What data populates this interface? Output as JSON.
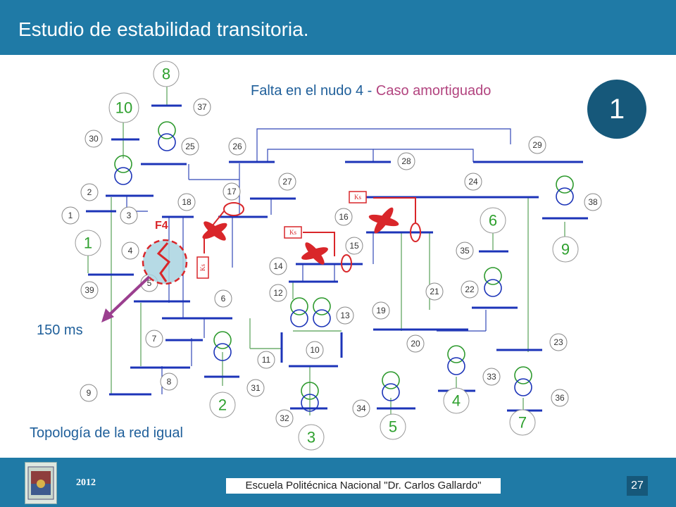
{
  "header": {
    "title": "Estudio de estabilidad transitoria."
  },
  "subtitle": {
    "prefix": "Falta en el nudo 4 - ",
    "highlight": "Caso amortiguado"
  },
  "badge": "1",
  "fault_label": "F4",
  "fault_time": "150 ms",
  "note": "Topología de la red igual",
  "ks_label": "Ks",
  "footer": {
    "year": "2012",
    "school": "Escuela Politécnica Nacional \"Dr. Carlos Gallardo\"",
    "page": "27"
  },
  "colors": {
    "header": "#1f7aa6",
    "bus": "#1c34b8",
    "generator": "#2ea02e",
    "fault": "#d9262a",
    "accent": "#b2447f"
  },
  "nodes": [
    "1",
    "2",
    "3",
    "4",
    "5",
    "6",
    "7",
    "8",
    "9",
    "10",
    "11",
    "12",
    "13",
    "14",
    "15",
    "16",
    "17",
    "18",
    "19",
    "20",
    "21",
    "22",
    "23",
    "24",
    "25",
    "26",
    "27",
    "28",
    "29",
    "30",
    "31",
    "32",
    "33",
    "34",
    "35",
    "36",
    "37",
    "38",
    "39"
  ],
  "generators": [
    "1",
    "2",
    "3",
    "4",
    "5",
    "6",
    "7",
    "8",
    "9",
    "10"
  ]
}
